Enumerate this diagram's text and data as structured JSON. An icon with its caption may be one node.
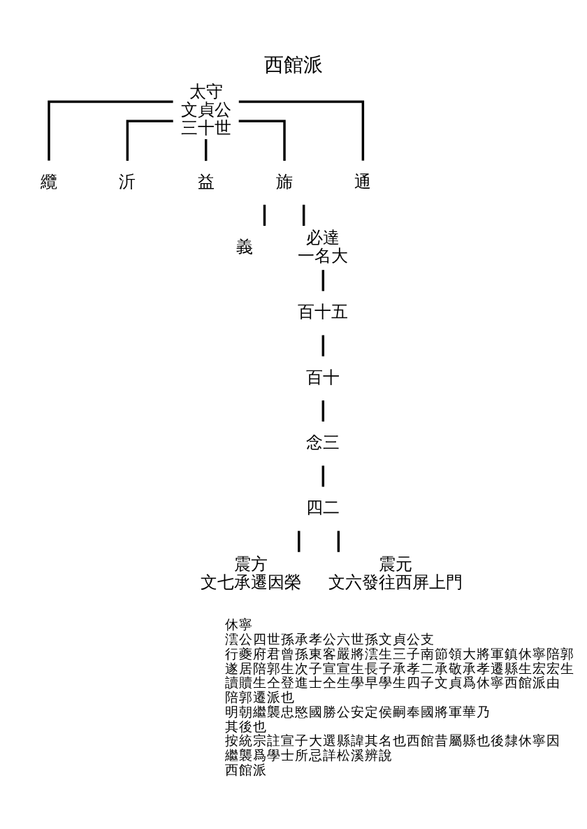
{
  "diagram": {
    "title": "西館派",
    "nodes": [
      {
        "text": [
          "太守",
          "文貞公"
        ],
        "beside": [
          "三十世"
        ]
      },
      {
        "text": [
          "纜"
        ]
      },
      {
        "text": [
          "沂"
        ]
      },
      {
        "text": [
          "益"
        ]
      },
      {
        "text": [
          "旆"
        ]
      },
      {
        "text": [
          "通"
        ]
      },
      {
        "text": [
          "義"
        ]
      },
      {
        "text": [
          "必達"
        ],
        "beside": [
          "一名大"
        ]
      },
      {
        "text": [
          "百十五"
        ]
      },
      {
        "text": [
          "百十"
        ]
      },
      {
        "text": [
          "念三"
        ]
      },
      {
        "text": [
          "四二"
        ]
      },
      {
        "text": [
          "震方"
        ],
        "beside": [
          "文七承遷因榮"
        ]
      },
      {
        "text": [
          "震元"
        ],
        "beside": [
          "文六發往西屏上門"
        ]
      }
    ],
    "edges": [
      {
        "from": 0,
        "to": 1,
        "arrow": "none"
      },
      {
        "from": 0,
        "to": 2,
        "arrow": "none"
      },
      {
        "from": 0,
        "to": 3,
        "arrow": "none"
      },
      {
        "from": 0,
        "to": 4,
        "arrow": "none"
      },
      {
        "from": 0,
        "to": 5,
        "arrow": "none"
      },
      {
        "from": 4,
        "to": 6,
        "arrow": "none"
      },
      {
        "from": 4,
        "to": 7,
        "arrow": "none"
      },
      {
        "from": 7,
        "to": 8,
        "arrow": "none"
      },
      {
        "from": 8,
        "to": 9,
        "arrow": "none"
      },
      {
        "from": 9,
        "to": 10,
        "arrow": "none"
      },
      {
        "from": 10,
        "to": 11,
        "arrow": "none"
      },
      {
        "from": 11,
        "to": 12,
        "arrow": "none"
      },
      {
        "from": 11,
        "to": 13,
        "arrow": "none"
      }
    ],
    "labels": [
      "休寧",
      "澐公四世孫承孝公六世孫文貞公支",
      "行夔府君曾孫東客嚴將澐生三子南節領大將軍鎮休寧陪郭",
      "遂居陪郭生次子宣宣生長子承孝二承敬承孝遷縣生宏宏生",
      "讀贖生仝登進士仝生學早學生四子文貞爲休寧西館派由",
      "陪郭遷派也",
      "明朝繼襲忠愍國勝公安定侯嗣奉國將軍華乃",
      "其後也",
      "按統宗註宣子大選縣諱其名也西館昔屬縣也後隸休寧因",
      "繼襲爲學士所忌詳松溪辨說",
      "西館派"
    ]
  }
}
